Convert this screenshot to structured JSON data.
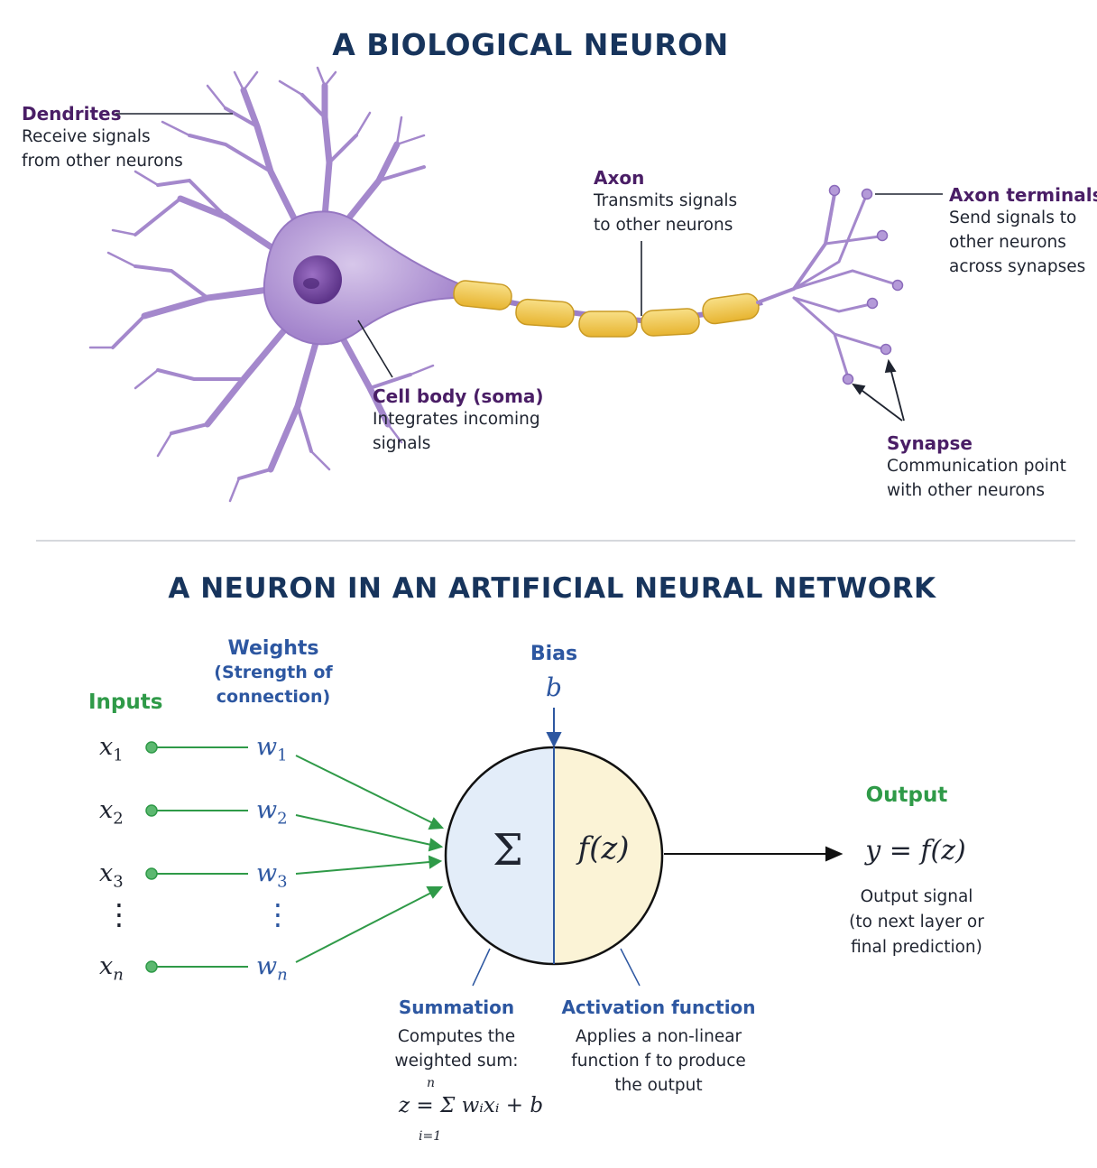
{
  "biological": {
    "title": "A BIOLOGICAL NEURON",
    "dendrites": {
      "title": "Dendrites",
      "lines": [
        "Receive signals",
        "from other neurons"
      ]
    },
    "axon": {
      "title": "Axon",
      "lines": [
        "Transmits signals",
        "to other neurons"
      ]
    },
    "axon_terminals": {
      "title": "Axon terminals",
      "lines": [
        "Send signals to",
        "other neurons",
        "across synapses"
      ]
    },
    "cell_body": {
      "title": "Cell body (soma)",
      "lines": [
        "Integrates incoming",
        "signals"
      ]
    },
    "synapse": {
      "title": "Synapse",
      "lines": [
        "Communication point",
        "with other neurons"
      ]
    },
    "colors": {
      "cell": "#b59ad6",
      "nucleus": "#7a4fa8",
      "myelin": "#f2c94c",
      "label": "#4a1e66"
    }
  },
  "artificial": {
    "title": "A NEURON IN AN ARTIFICIAL NEURAL NETWORK",
    "inputs_label": "Inputs",
    "weights_label": [
      "Weights",
      "(Strength of",
      "connection)"
    ],
    "bias_label": "Bias",
    "bias_symbol": "b",
    "inputs": [
      "x",
      "x",
      "x",
      "x"
    ],
    "input_subs": [
      "1",
      "2",
      "3",
      "n"
    ],
    "weights": [
      "w",
      "w",
      "w",
      "w"
    ],
    "vdots": "⋮",
    "sum_symbol": "Σ",
    "activation_symbol": "f(z)",
    "output_label": "Output",
    "output_formula": "y = f(z)",
    "output_lines": [
      "Output signal",
      "(to next layer or",
      "final prediction)"
    ],
    "summation": {
      "title": "Summation",
      "lines": [
        "Computes the",
        "weighted sum:"
      ],
      "formula": "z = Σ wᵢxᵢ + b",
      "upper": "n",
      "lower": "i=1"
    },
    "activation": {
      "title": "Activation function",
      "lines": [
        "Applies a non-linear",
        "function f to produce",
        "the output"
      ]
    },
    "colors": {
      "green": "#2f9a48",
      "blue": "#2d57a1",
      "sum_fill": "#e3edf9",
      "act_fill": "#fbf3d6"
    }
  }
}
